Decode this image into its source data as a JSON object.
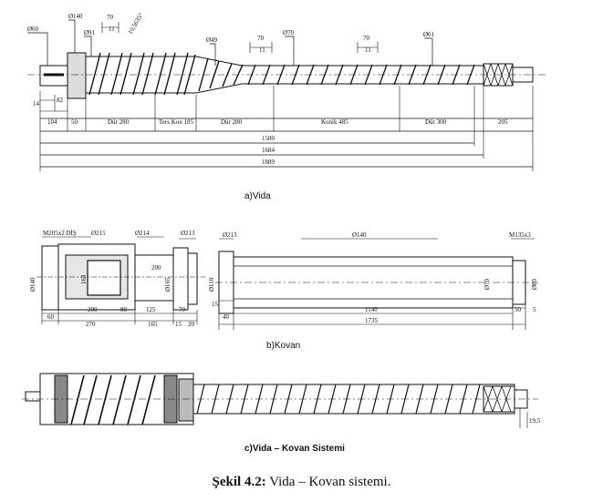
{
  "figure": {
    "caption_number": "Şekil 4.2:",
    "caption_text": " Vida – Kovan sistemi."
  },
  "vida": {
    "subtitle": "a)Vida",
    "diameters": [
      "Ø60",
      "Ø140",
      "Ø91",
      "Ø49",
      "Ø70",
      "Ø61"
    ],
    "top_dims": [
      "70",
      "11",
      "10,5635°",
      "70",
      "11",
      "70",
      "11"
    ],
    "left_dims": [
      "14",
      "82",
      "104",
      "50"
    ],
    "segments": [
      "Dür 280",
      "Ters Kon 185",
      "Dür 280",
      "Konik 485",
      "Dür 300",
      "205"
    ],
    "totals": [
      "1580",
      "1684",
      "1889"
    ]
  },
  "kovan": {
    "subtitle": "b)Kovan",
    "left_labels": [
      "M205x2 DİŞ",
      "Ø215",
      "Ø214",
      "Ø213",
      "Ø140",
      "163",
      "200",
      "Ø165"
    ],
    "left_dims": [
      "60",
      "200",
      "80",
      "125",
      "70",
      "270",
      "165",
      "15",
      "20"
    ],
    "right_labels": [
      "Ø213",
      "Ø140",
      "M135x3",
      "Ø110",
      "Ø70",
      "Ø80"
    ],
    "right_dims": [
      "15",
      "40",
      "1140",
      "50",
      "5",
      "1735"
    ]
  },
  "sistem": {
    "subtitle": "c)Vida – Kovan Sistemi",
    "dim": "19,5"
  }
}
